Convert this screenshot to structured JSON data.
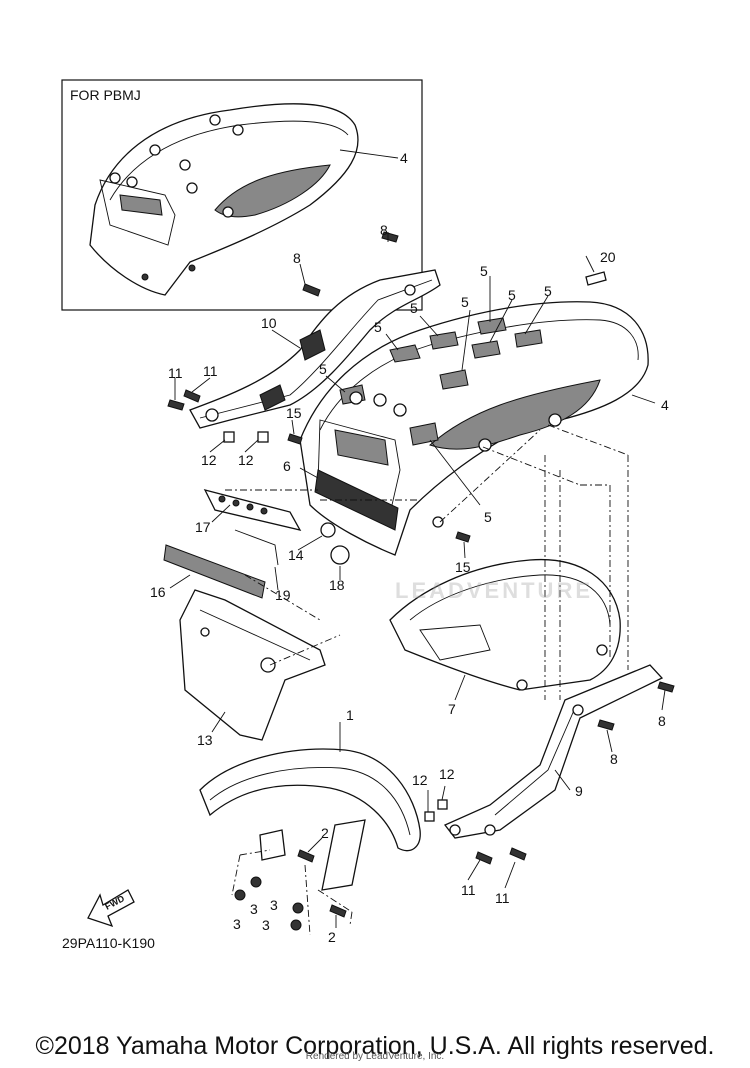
{
  "inset_title": "FOR PBMJ",
  "diagram_code": "29PA110-K190",
  "fwd_label": "FWD",
  "copyright": "©2018 Yamaha Motor Corporation, U.S.A. All rights reserved.",
  "rendered_by": "Rendered by LeadVenture, Inc.",
  "watermark": "LEADVENTURE",
  "callouts": [
    {
      "id": "c-4-inset",
      "text": "4"
    },
    {
      "id": "c-8a",
      "text": "8"
    },
    {
      "id": "c-8b",
      "text": "8"
    },
    {
      "id": "c-20",
      "text": "20"
    },
    {
      "id": "c-5a",
      "text": "5"
    },
    {
      "id": "c-5b",
      "text": "5"
    },
    {
      "id": "c-5c",
      "text": "5"
    },
    {
      "id": "c-5d",
      "text": "5"
    },
    {
      "id": "c-5e",
      "text": "5"
    },
    {
      "id": "c-5f",
      "text": "5"
    },
    {
      "id": "c-5g",
      "text": "5"
    },
    {
      "id": "c-5h",
      "text": "5"
    },
    {
      "id": "c-10",
      "text": "10"
    },
    {
      "id": "c-11a",
      "text": "11"
    },
    {
      "id": "c-11b",
      "text": "11"
    },
    {
      "id": "c-4",
      "text": "4"
    },
    {
      "id": "c-15a",
      "text": "15"
    },
    {
      "id": "c-12a",
      "text": "12"
    },
    {
      "id": "c-12b",
      "text": "12"
    },
    {
      "id": "c-6",
      "text": "6"
    },
    {
      "id": "c-17",
      "text": "17"
    },
    {
      "id": "c-14",
      "text": "14"
    },
    {
      "id": "c-15b",
      "text": "15"
    },
    {
      "id": "c-18",
      "text": "18"
    },
    {
      "id": "c-19",
      "text": "19"
    },
    {
      "id": "c-16",
      "text": "16"
    },
    {
      "id": "c-7",
      "text": "7"
    },
    {
      "id": "c-8c",
      "text": "8"
    },
    {
      "id": "c-8d",
      "text": "8"
    },
    {
      "id": "c-13",
      "text": "13"
    },
    {
      "id": "c-1",
      "text": "1"
    },
    {
      "id": "c-12c",
      "text": "12"
    },
    {
      "id": "c-12d",
      "text": "12"
    },
    {
      "id": "c-9",
      "text": "9"
    },
    {
      "id": "c-2a",
      "text": "2"
    },
    {
      "id": "c-3a",
      "text": "3"
    },
    {
      "id": "c-3b",
      "text": "3"
    },
    {
      "id": "c-3c",
      "text": "3"
    },
    {
      "id": "c-3d",
      "text": "3"
    },
    {
      "id": "c-2b",
      "text": "2"
    },
    {
      "id": "c-11c",
      "text": "11"
    },
    {
      "id": "c-11d",
      "text": "11"
    }
  ]
}
